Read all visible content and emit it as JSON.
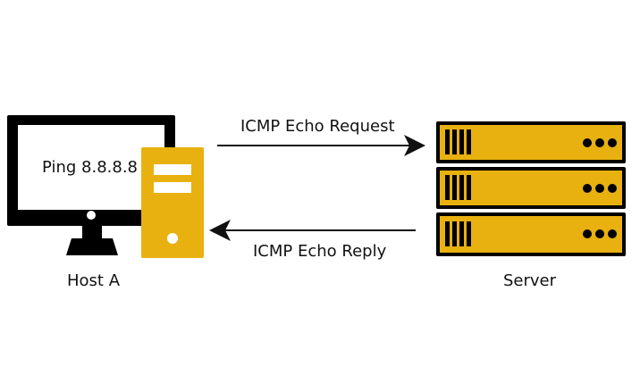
{
  "host": {
    "label": "Host A",
    "screen_text": "Ping 8.8.8.8",
    "monitor_icon": "monitor-icon",
    "tower_icon": "pc-tower-icon"
  },
  "server": {
    "label": "Server",
    "icon": "server-rack-icon"
  },
  "arrows": {
    "request_label": "ICMP Echo Request",
    "reply_label": "ICMP Echo Reply"
  },
  "colors": {
    "accent": "#E8B10F",
    "stroke": "#000000",
    "background": "#FFFFFF"
  }
}
